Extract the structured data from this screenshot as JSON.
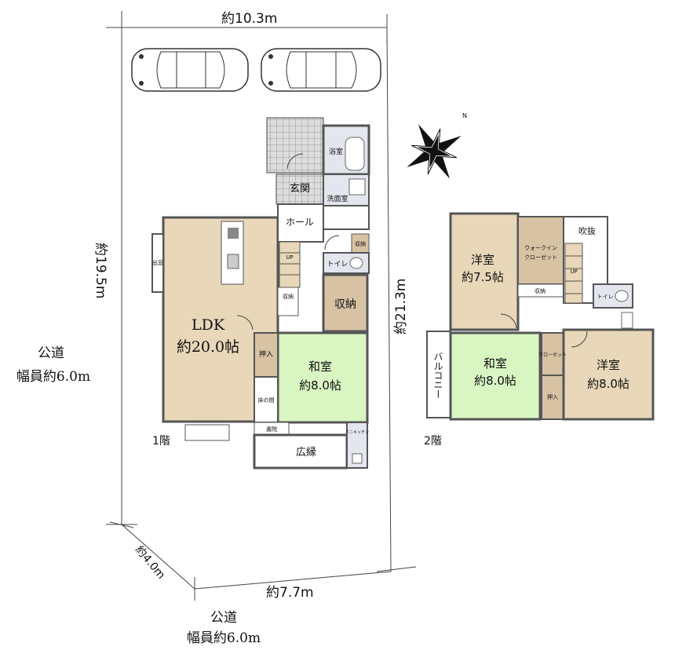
{
  "lot": {
    "dim_top": "約10.3m",
    "dim_left": "約19.5m",
    "dim_right": "約21.3m",
    "dim_bottom_left": "約4.0m",
    "dim_bottom": "約7.7m"
  },
  "roads": {
    "left_line1": "公道",
    "left_line2": "幅員約6.0m",
    "bottom_line1": "公道",
    "bottom_line2": "幅員約6.0m"
  },
  "floor1": {
    "label": "1階",
    "ldk_name": "LDK",
    "ldk_size": "約20.0帖",
    "washitsu_name": "和室",
    "washitsu_size": "約8.0帖",
    "bath": "浴室",
    "entrance": "玄関",
    "washroom": "洗面室",
    "hall": "ホール",
    "storage_small": "収納",
    "toilet": "トイレ",
    "storage": "収納",
    "storage_stair": "収納",
    "oshiire": "押入",
    "tokonoma": "床の間",
    "engawa": "広縁",
    "shoin": "書院",
    "mini_kitchen": "ミニキッチン",
    "bay_window": "出窓",
    "stair_up": "UP"
  },
  "floor2": {
    "label": "2階",
    "western1_name": "洋室",
    "western1_size": "約7.5帖",
    "walkin_line1": "ウォークイン",
    "walkin_line2": "クローゼット",
    "atrium": "吹抜",
    "storage": "収納",
    "toilet": "トイレ",
    "balcony": "バルコニー",
    "washitsu_name": "和室",
    "washitsu_size": "約8.0帖",
    "closet": "クローゼット",
    "oshiire": "押入",
    "western2_name": "洋室",
    "western2_size": "約8.0帖",
    "stair_up": "UP"
  },
  "compass": {
    "north": "N"
  },
  "colors": {
    "ldk": "#e8d7b8",
    "washitsu": "#d9f5c2",
    "storage": "#d8c2a4",
    "wet": "#e4e6ee",
    "wall": "#555555"
  }
}
